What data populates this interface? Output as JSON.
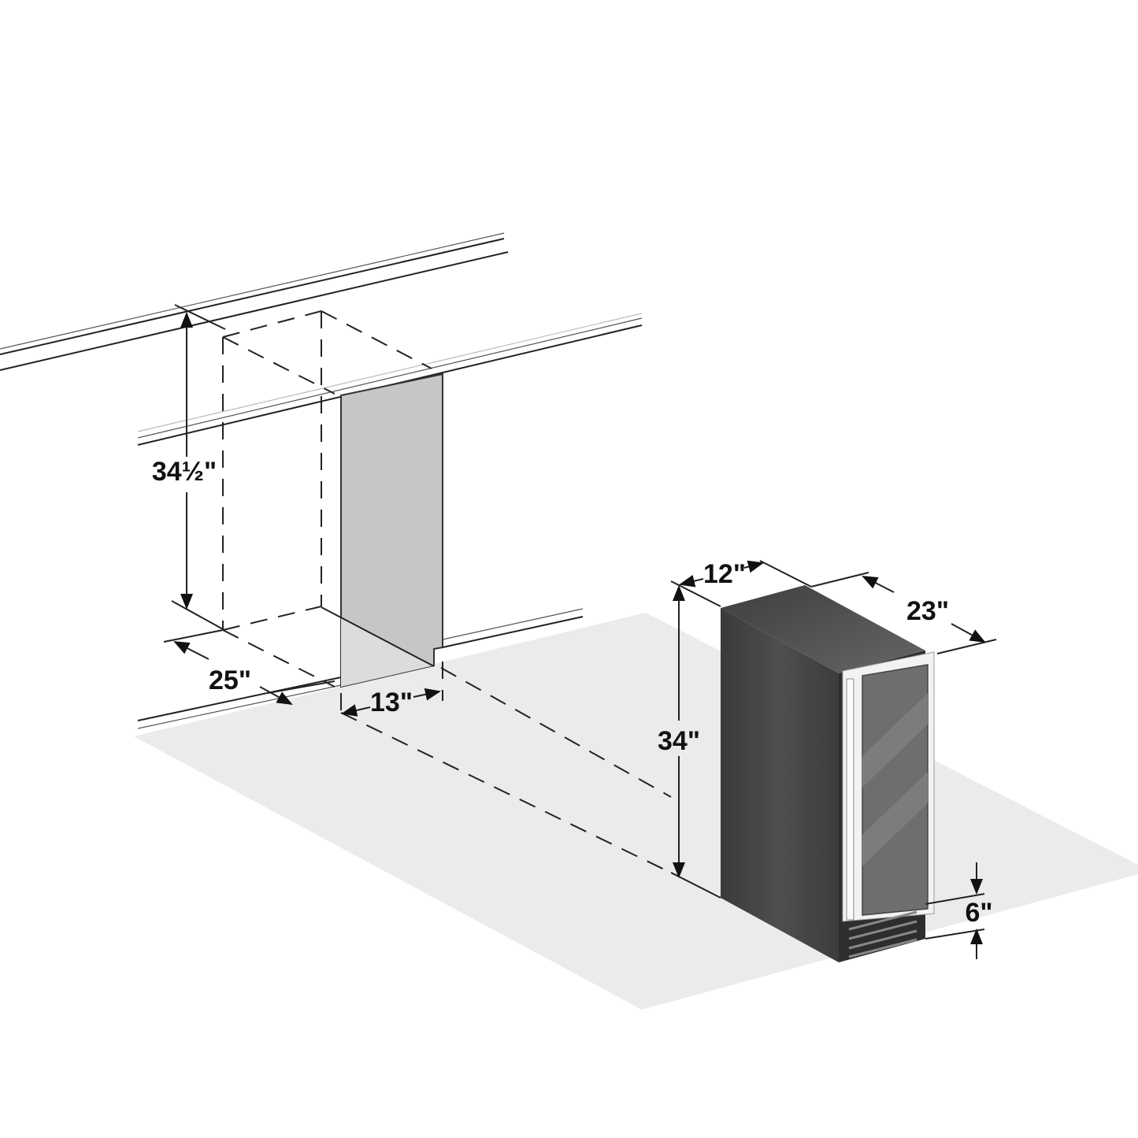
{
  "dimensions": {
    "cutout_height": "34½\"",
    "cutout_depth": "25\"",
    "cutout_width": "13\"",
    "unit_height": "34\"",
    "unit_width": "12\"",
    "unit_depth": "23\"",
    "kick_height": "6\""
  },
  "colors": {
    "floor": "#ebebeb",
    "panel": "#c6c6c6",
    "panel_lower": "#dcdcdc",
    "cabinet_side": "#444444",
    "cabinet_top": "#555555",
    "door_frame": "#f2f2f2",
    "glass": "#6e6e6e"
  }
}
